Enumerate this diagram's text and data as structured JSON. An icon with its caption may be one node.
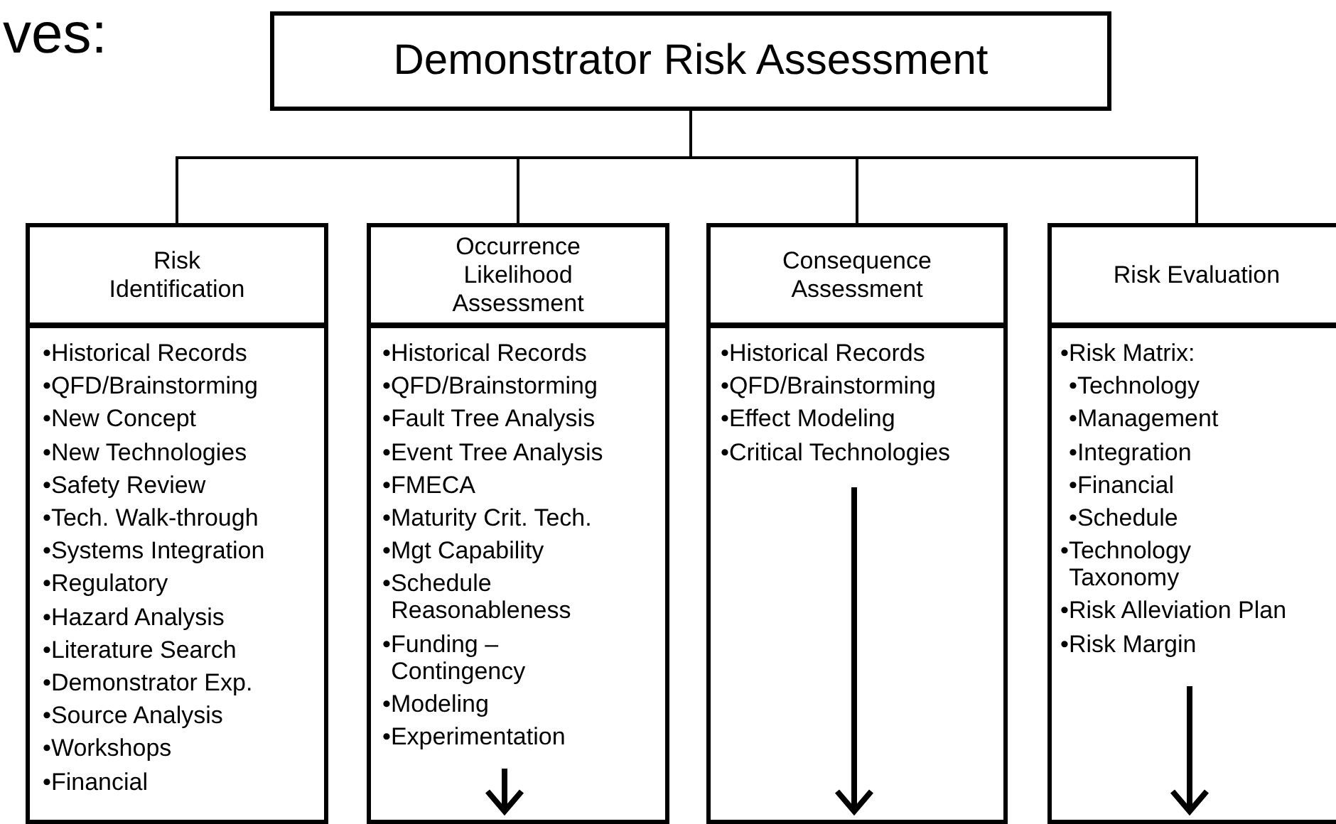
{
  "diagram": {
    "nodes": [
      {
        "text": [
          "Demonstrator Risk Assessment"
        ]
      },
      {
        "text": [
          "Risk Identification"
        ]
      },
      {
        "text": [
          "•Historical Records",
          "•QFD/Brainstorming",
          "•New Concept",
          "•New Technologies",
          "•Safety Review",
          "•Tech. Walk-through",
          "•Systems Integration",
          "•Regulatory",
          "•Hazard Analysis",
          "•Literature Search",
          "•Demonstrator Exp.",
          "•Source Analysis",
          "•Workshops",
          "•Financial"
        ]
      },
      {
        "text": [
          "Occurrence Likelihood Assessment"
        ]
      },
      {
        "text": [
          "•Historical Records",
          "•QFD/Brainstorming",
          "•Fault Tree Analysis",
          "•Event Tree Analysis",
          "•FMECA",
          "•Maturity Crit. Tech.",
          "•Mgt Capability",
          "•Schedule Reasonableness",
          "•Funding – Contingency",
          "•Modeling",
          "•Experimentation"
        ]
      },
      {
        "text": [
          "Consequence Assessment"
        ]
      },
      {
        "text": [
          "•Historical Records",
          "•QFD/Brainstorming",
          "•Effect Modeling",
          "•Critical Technologies"
        ]
      },
      {
        "text": [
          "Risk Evaluation"
        ]
      },
      {
        "text": [
          "•Risk Matrix:",
          "•Technology",
          "•Management",
          "•Integration",
          "•Financial",
          "•Schedule",
          "•Technology Taxonomy",
          "•Risk Alleviation Plan",
          "•Risk Margin"
        ]
      }
    ],
    "edges": [
      {
        "from": 0,
        "to": 1,
        "arrow": "none"
      },
      {
        "from": 0,
        "to": 3,
        "arrow": "none"
      },
      {
        "from": 0,
        "to": 5,
        "arrow": "none"
      },
      {
        "from": 0,
        "to": 7,
        "arrow": "none"
      }
    ],
    "labels": [
      "ves:"
    ]
  }
}
